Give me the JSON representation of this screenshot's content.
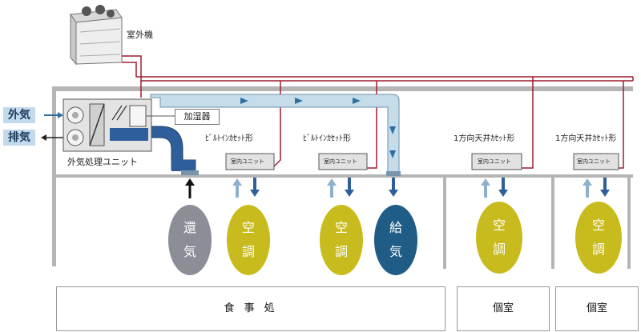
{
  "outdoor_unit": {
    "label": "室外機",
    "icon": "outdoor-condenser-unit"
  },
  "side_labels": {
    "outside_air": "外気",
    "exhaust_air": "排気"
  },
  "oa_unit": {
    "label": "外気処理ユニット",
    "humidifier_label": "加湿器"
  },
  "indoor_units": [
    {
      "type_label": "ﾋﾞﾙﾄｲﾝｶｾｯﾄ形",
      "unit_label": "室内ユニット"
    },
    {
      "type_label": "ﾋﾞﾙﾄｲﾝｶｾｯﾄ形",
      "unit_label": "室内ユニット"
    },
    {
      "type_label": "1方向天井ｶｾｯﾄ形",
      "unit_label": "室内ユニット"
    },
    {
      "type_label": "1方向天井ｶｾｯﾄ形",
      "unit_label": "室内ユニット"
    }
  ],
  "flow_ovals": [
    {
      "line1": "還",
      "line2": "気",
      "color": "#8b8e96"
    },
    {
      "line1": "空",
      "line2": "調",
      "color": "#c8bb1e"
    },
    {
      "line1": "空",
      "line2": "調",
      "color": "#c8bb1e"
    },
    {
      "line1": "給",
      "line2": "気",
      "color": "#1f5c86"
    },
    {
      "line1": "空",
      "line2": "調",
      "color": "#c8bb1e"
    },
    {
      "line1": "空",
      "line2": "調",
      "color": "#c8bb1e"
    }
  ],
  "rooms": {
    "dining": "食 事 処",
    "private_1": "個室",
    "private_2": "個室"
  },
  "colors": {
    "pipe": "#a11d2e",
    "duct_supply": "#c5dcea",
    "duct_return": "#2f5f9a",
    "arrow_up": "#8fb0cc",
    "arrow_down": "#2f5f9a"
  }
}
